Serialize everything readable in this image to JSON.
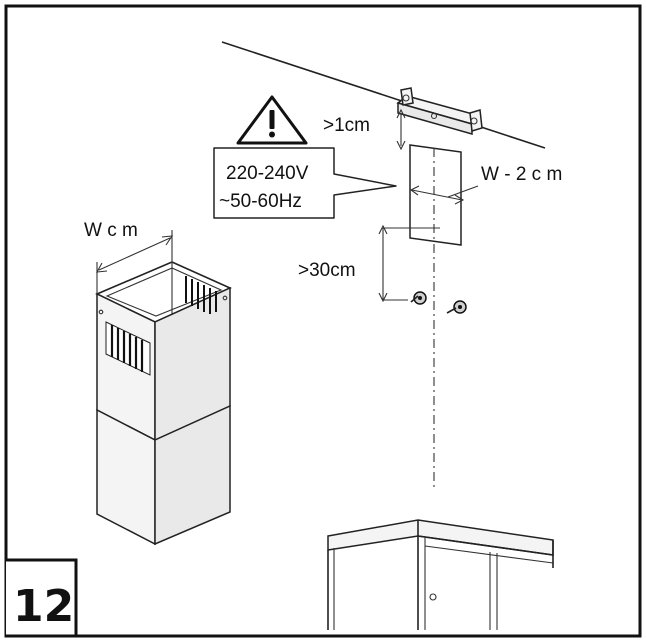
{
  "step_number": "12",
  "labels": {
    "min_gap_top": ">1cm",
    "bracket_width": "W - 2 c m",
    "voltage": "220-240V",
    "frequency": "~50-60Hz",
    "chimney_width": "W c m",
    "min_gap_below": ">30cm"
  },
  "icons": {
    "warning": "warning-triangle-icon"
  },
  "colors": {
    "ink": "#111111",
    "panel_fill": "#e9e9e9",
    "background": "#ffffff"
  }
}
